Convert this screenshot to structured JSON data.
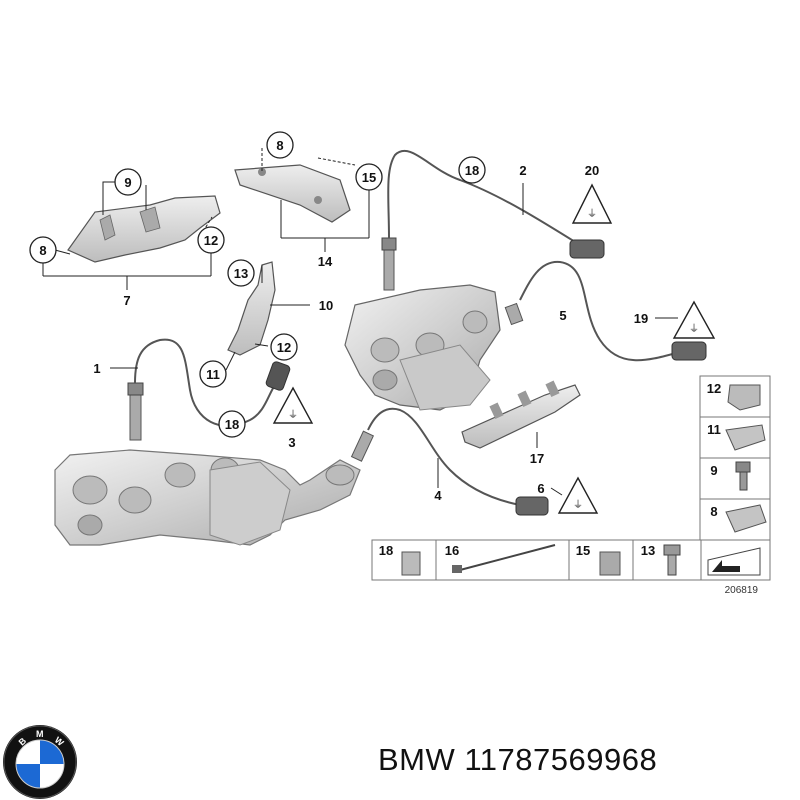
{
  "diagram": {
    "labels": {
      "l1": "1",
      "l2": "2",
      "l3": "3",
      "l4": "4",
      "l5": "5",
      "l6": "6",
      "l7": "7",
      "l8a": "8",
      "l8b": "8",
      "l9": "9",
      "l10": "10",
      "l11": "11",
      "l12": "12",
      "l12b": "12",
      "l13": "13",
      "l14": "14",
      "l15": "15",
      "l17": "17",
      "l18a": "18",
      "l18b": "18",
      "l19": "19",
      "l20": "20"
    },
    "legend": {
      "items_right": [
        "12",
        "11",
        "9",
        "8"
      ],
      "items_bottom": [
        "18",
        "16",
        "15",
        "13"
      ]
    },
    "drawing_number": "206819"
  },
  "footer": {
    "brand_text": "BMW 11787569968",
    "logo_letters": "BMW"
  },
  "colors": {
    "line": "#222222",
    "part_fill": "#d8d8d8",
    "brand_blue": "#1c69d4"
  }
}
